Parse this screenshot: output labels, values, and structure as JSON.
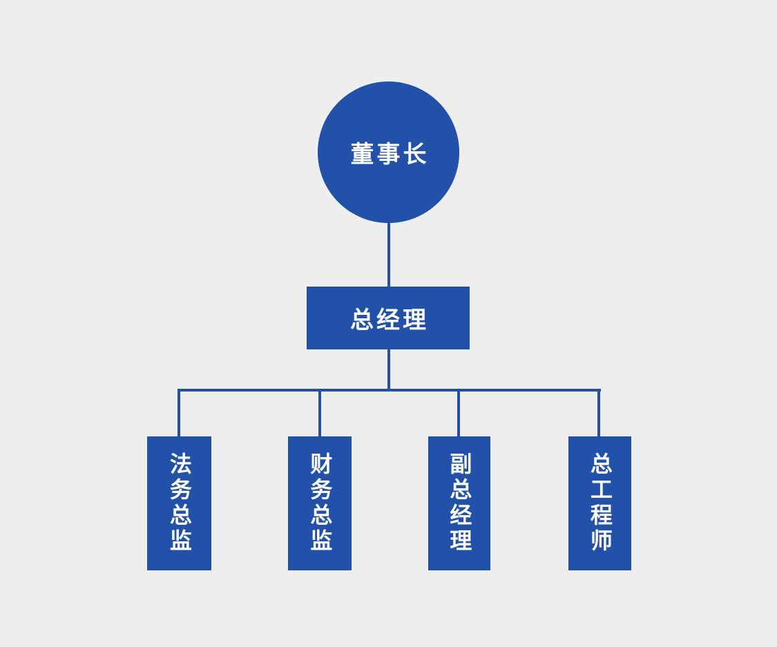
{
  "diagram_title": "organization-chart",
  "colors": {
    "background": "#eeeeef",
    "node_fill": "#2151a8",
    "connector_line": "#2151a8",
    "node_text": "#ffffff"
  },
  "org_chart": {
    "root": {
      "label": "董事长",
      "shape": "circle"
    },
    "middle": {
      "label": "总经理",
      "shape": "rectangle"
    },
    "children": [
      {
        "label": "法务总监",
        "shape": "vertical-rectangle"
      },
      {
        "label": "财务总监",
        "shape": "vertical-rectangle"
      },
      {
        "label": "副总经理",
        "shape": "vertical-rectangle"
      },
      {
        "label": "总工程师",
        "shape": "vertical-rectangle"
      }
    ]
  }
}
